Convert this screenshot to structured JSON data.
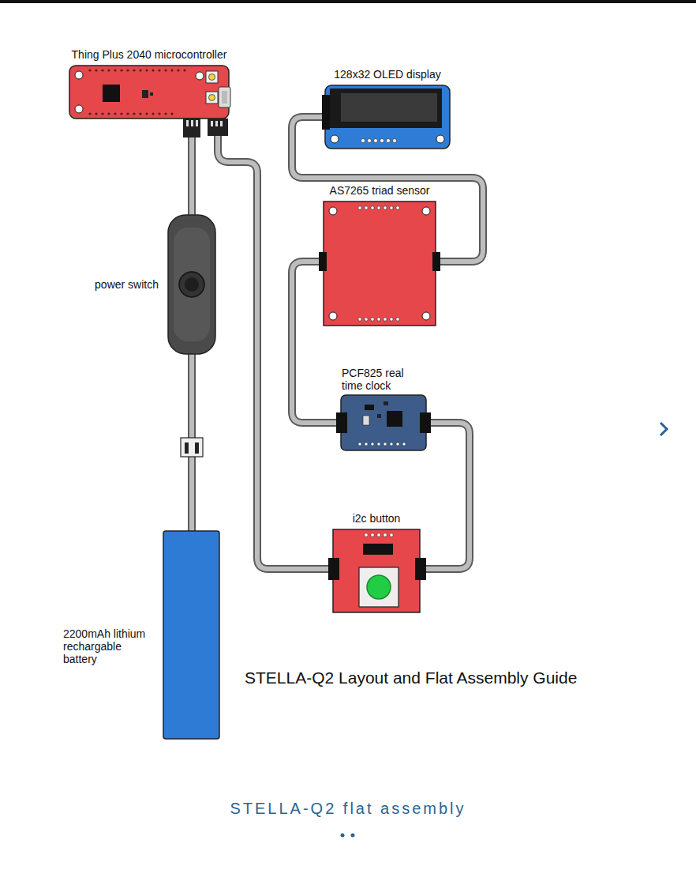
{
  "diagram": {
    "title": "STELLA-Q2 Layout and Flat Assembly Guide",
    "caption": "STELLA-Q2 flat assembly",
    "nodes": [
      {
        "text": [
          "Thing Plus 2040 microcontroller"
        ]
      },
      {
        "text": [
          "128x32 OLED display"
        ]
      },
      {
        "text": [
          "AS7265 triad sensor"
        ]
      },
      {
        "text": [
          "power switch"
        ]
      },
      {
        "text": [
          "PCF825 real time clock"
        ]
      },
      {
        "text": [
          "i2c button"
        ]
      },
      {
        "text": [
          "2200mAh lithium rechargable battery"
        ]
      }
    ],
    "edges": [
      {
        "from": 0,
        "to": 3,
        "arrow": "none"
      },
      {
        "from": 3,
        "to": 6,
        "arrow": "none"
      },
      {
        "from": 0,
        "to": 5,
        "arrow": "none"
      },
      {
        "from": 5,
        "to": 4,
        "arrow": "none"
      },
      {
        "from": 4,
        "to": 2,
        "arrow": "none"
      },
      {
        "from": 2,
        "to": 1,
        "arrow": "none"
      }
    ]
  }
}
